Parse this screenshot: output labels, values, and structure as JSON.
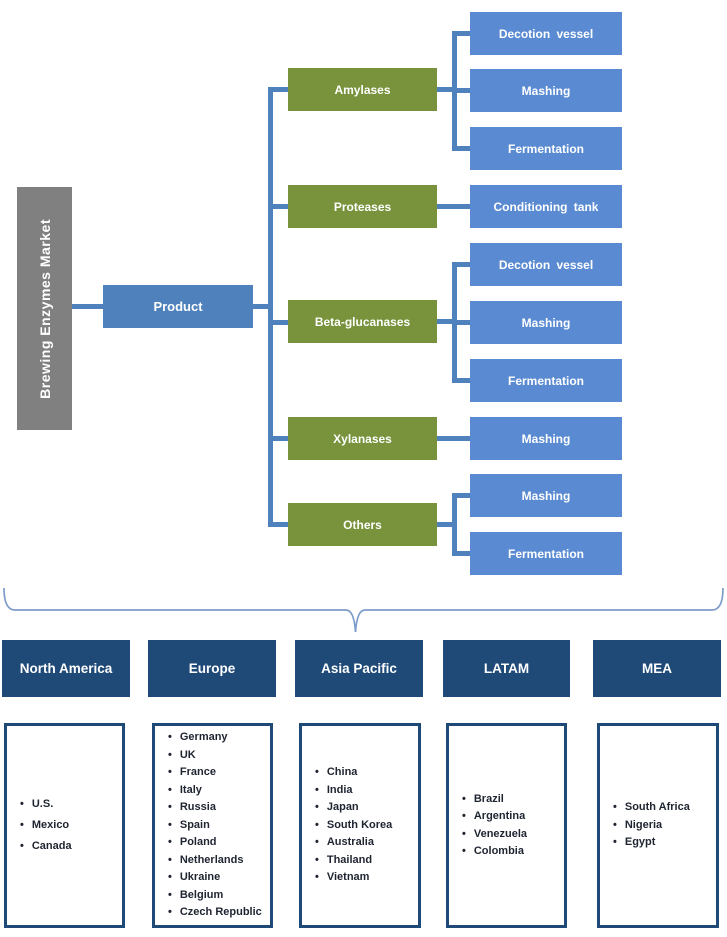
{
  "diagram_title": "Brewing Enzymes Market",
  "product_node": {
    "label": "Product"
  },
  "tree": {
    "branches": [
      {
        "label": "Amylases",
        "children": [
          "Decotion vessel",
          "Mashing",
          "Fermentation"
        ]
      },
      {
        "label": "Proteases",
        "children": [
          "Conditioning tank"
        ]
      },
      {
        "label": "Beta-glucanases",
        "children": [
          "Decotion vessel",
          "Mashing",
          "Fermentation"
        ]
      },
      {
        "label": "Xylanases",
        "children": [
          "Mashing"
        ]
      },
      {
        "label": "Others",
        "children": [
          "Mashing",
          "Fermentation"
        ]
      }
    ]
  },
  "regions": [
    {
      "label": "North America",
      "countries": [
        "U.S.",
        "Mexico",
        "Canada"
      ]
    },
    {
      "label": "Europe",
      "countries": [
        "Germany",
        "UK",
        "France",
        "Italy",
        "Russia",
        "Spain",
        "Poland",
        "Netherlands",
        "Ukraine",
        "Belgium",
        "Czech Republic"
      ]
    },
    {
      "label": "Asia Pacific",
      "countries": [
        "China",
        "India",
        "Japan",
        "South Korea",
        "Australia",
        "Thailand",
        "Vietnam"
      ]
    },
    {
      "label": "LATAM",
      "countries": [
        "Brazil",
        "Argentina",
        "Venezuela",
        "Colombia"
      ]
    },
    {
      "label": "MEA",
      "countries": [
        "South Africa",
        "Nigeria",
        "Egypt"
      ]
    }
  ],
  "colors": {
    "root_gray": "#808080",
    "product_blue": "#4F81BD",
    "branch_green": "#78933C",
    "leaf_blue": "#5A8BD2",
    "region_navy": "#1F4A78",
    "connector_blue": "#4F81BD",
    "brace_blue": "#7E9CC9"
  }
}
